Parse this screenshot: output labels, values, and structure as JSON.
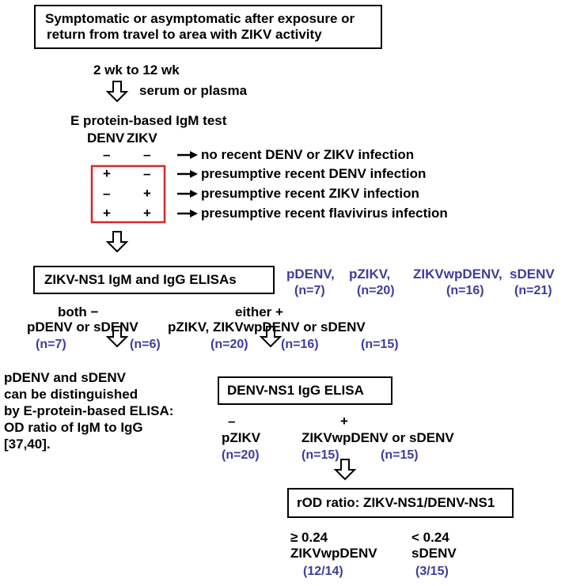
{
  "title_box": {
    "line1": "Symptomatic or asymptomatic after exposure or",
    "line2": "return from travel to area with ZIKV activity"
  },
  "timing": "2 wk to 12 wk",
  "sample": "serum or plasma",
  "igm_test": {
    "title": "E protein-based IgM test",
    "col_denv": "DENV",
    "col_zikv": "ZIKV",
    "rows": [
      {
        "denv": "–",
        "zikv": "–",
        "result": "no recent DENV or ZIKV infection"
      },
      {
        "denv": "+",
        "zikv": "–",
        "result": "presumptive recent DENV infection"
      },
      {
        "denv": "–",
        "zikv": "+",
        "result": "presumptive recent ZIKV infection"
      },
      {
        "denv": "+",
        "zikv": "+",
        "result": "presumptive recent flavivirus infection"
      }
    ]
  },
  "ns1_box": "ZIKV-NS1 IgM and IgG ELISAs",
  "groups": [
    {
      "name": "pDENV,",
      "n": "(n=7)"
    },
    {
      "name": "pZIKV,",
      "n": "(n=20)"
    },
    {
      "name": "ZIKVwpDENV,",
      "n": "(n=16)"
    },
    {
      "name": "sDENV",
      "n": "(n=21)"
    }
  ],
  "branch_neg": {
    "label": "both −",
    "groups": "pDENV or sDENV",
    "n1": "(n=7)",
    "n2": "(n=6)"
  },
  "branch_pos": {
    "label": "either +",
    "groups": "pZIKV, ZIKVwpDENV or sDENV",
    "n1": "(n=20)",
    "n2": "(n=16)",
    "n3": "(n=15)"
  },
  "note": [
    "pDENV and sDENV",
    "can be distinguished",
    "by E-protein-based ELISA:",
    "OD ratio of IgM to IgG",
    "[37,40]."
  ],
  "denv_box": "DENV-NS1 IgG ELISA",
  "denv_neg": {
    "sign": "–",
    "group": "pZIKV",
    "n": "(n=20)"
  },
  "denv_pos": {
    "sign": "+",
    "group": "ZIKVwpDENV or sDENV",
    "n1": "(n=15)",
    "n2": "(n=15)"
  },
  "rod_box": "rOD ratio: ZIKV-NS1/DENV-NS1",
  "rod_high": {
    "threshold": "≥ 0.24",
    "group": "ZIKVwpDENV",
    "n": "(12/14)"
  },
  "rod_low": {
    "threshold": "< 0.24",
    "group": "sDENV",
    "n": "(3/15)"
  },
  "colors": {
    "highlight_box": "#d62728",
    "counts": "#3d3d9a"
  }
}
